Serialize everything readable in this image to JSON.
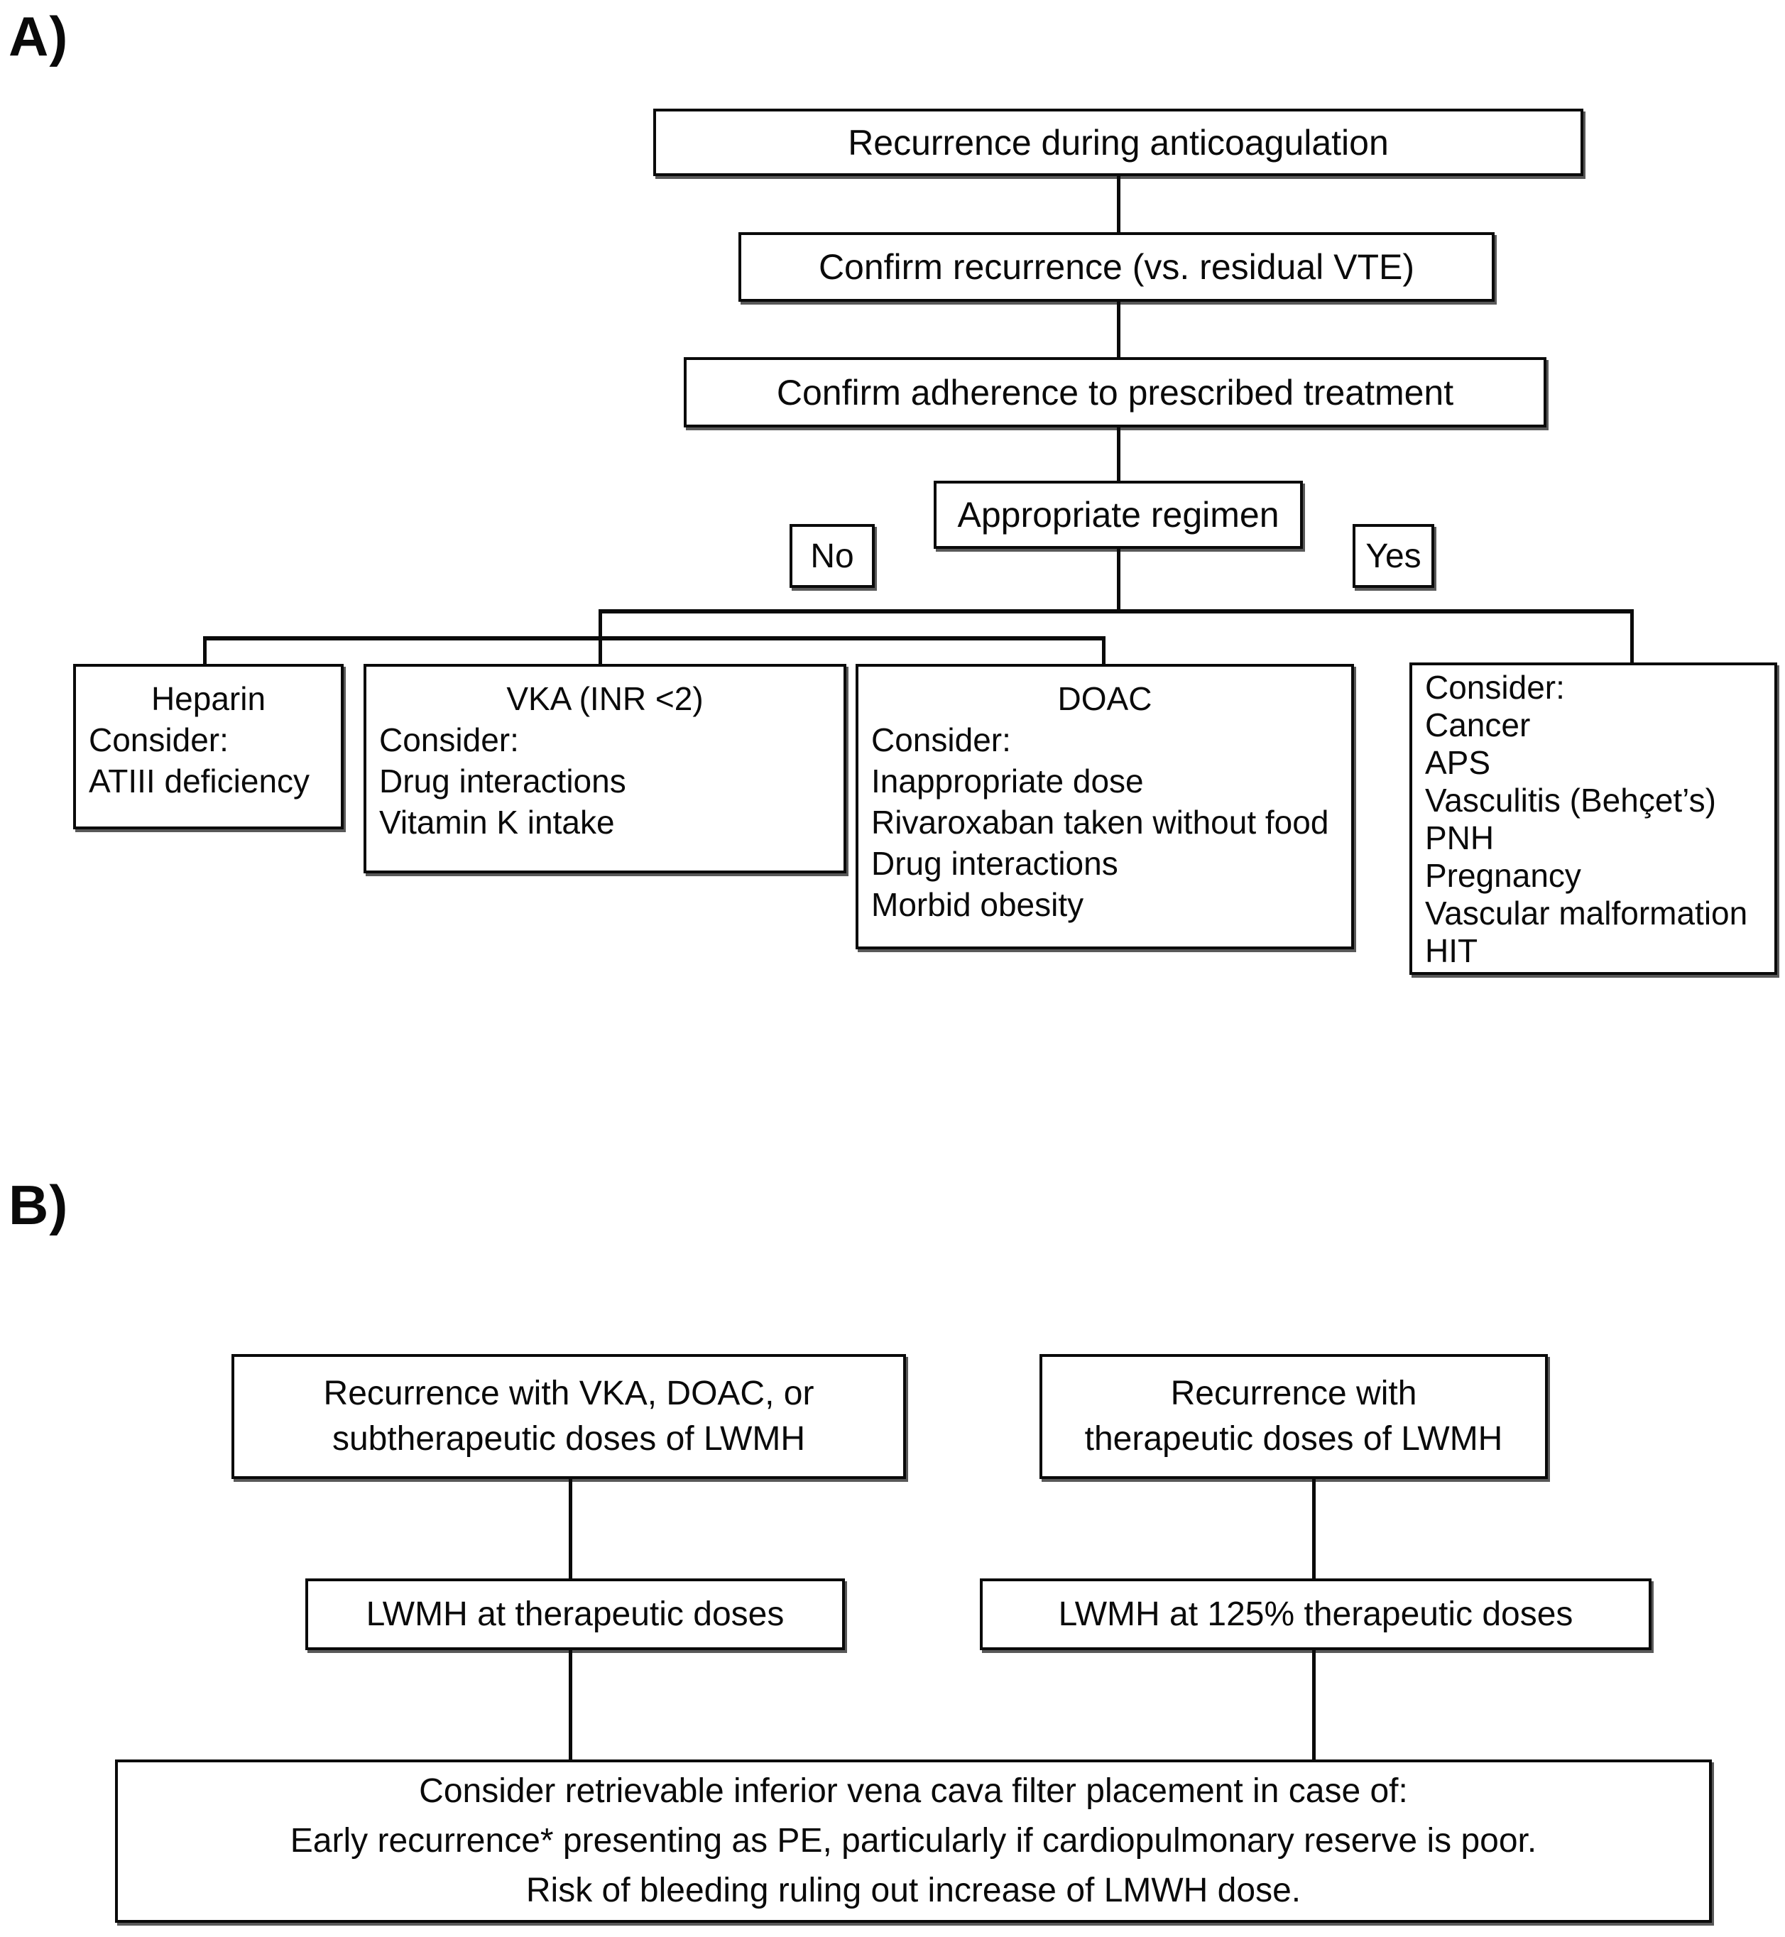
{
  "panels": {
    "a": {
      "label": "A)",
      "boxes": {
        "recurrence": "Recurrence during anticoagulation",
        "confirm_recurrence": "Confirm recurrence (vs. residual VTE)",
        "confirm_adherence": "Confirm adherence to prescribed treatment",
        "appropriate_regimen": "Appropriate regimen",
        "no": "No",
        "yes": "Yes"
      },
      "outcomes": {
        "heparin": {
          "title": "Heparin",
          "lines": [
            "Consider:",
            "ATIII deficiency"
          ]
        },
        "vka": {
          "title": "VKA (INR <2)",
          "lines": [
            "Consider:",
            "Drug interactions",
            "Vitamin K intake"
          ]
        },
        "doac": {
          "title": "DOAC",
          "lines": [
            "Consider:",
            "Inappropriate dose",
            "Rivaroxaban taken without food",
            "Drug interactions",
            "Morbid obesity"
          ]
        },
        "yes_consider": {
          "lines": [
            "Consider:",
            "Cancer",
            "APS",
            "Vasculitis (Behçet’s)",
            "PNH",
            "Pregnancy",
            "Vascular malformation",
            "HIT"
          ]
        }
      }
    },
    "b": {
      "label": "B)",
      "boxes": {
        "recurrence_subtherapeutic": [
          "Recurrence with VKA, DOAC, or",
          "subtherapeutic doses of LWMH"
        ],
        "recurrence_therapeutic": [
          "Recurrence with",
          "therapeutic doses of LWMH"
        ],
        "lwmh_therapeutic": "LWMH at therapeutic doses",
        "lwmh_125": "LWMH at 125% therapeutic doses",
        "ivc_filter": [
          "Consider retrievable inferior vena cava filter placement in case of:",
          "Early recurrence* presenting as PE, particularly if cardiopulmonary reserve is poor.",
          "Risk of bleeding ruling out increase of LMWH dose."
        ]
      }
    }
  }
}
